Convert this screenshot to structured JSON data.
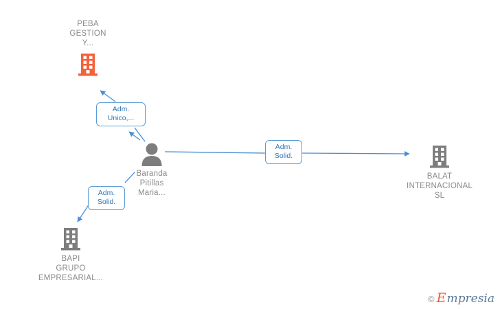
{
  "diagram": {
    "type": "relationship-graph",
    "background": "#ffffff",
    "nodes": [
      {
        "id": "peba",
        "icon": "company-building-icon",
        "icon_color": "#f4623a",
        "label": "PEBA\nGESTION\nY...",
        "label_color": "#8a8a8a",
        "kind": "company"
      },
      {
        "id": "person",
        "icon": "person-icon",
        "icon_color": "#7d7d7d",
        "label": "Baranda\nPitillas\nMaria...",
        "label_color": "#8a8a8a",
        "kind": "person"
      },
      {
        "id": "balat",
        "icon": "company-building-icon",
        "icon_color": "#7d7d7d",
        "label": "BALAT\nINTERNACIONAL\nSL",
        "label_color": "#8a8a8a",
        "kind": "company"
      },
      {
        "id": "bapi",
        "icon": "company-building-icon",
        "icon_color": "#7d7d7d",
        "label": "BAPI\nGRUPO\nEMPRESARIAL...",
        "label_color": "#8a8a8a",
        "kind": "company"
      }
    ],
    "edges": [
      {
        "id": "person-to-peba",
        "from": "person",
        "to": "peba",
        "label": "Adm.\nUnico,...",
        "color": "#5b9bd5"
      },
      {
        "id": "person-to-balat",
        "from": "person",
        "to": "balat",
        "label": "Adm.\nSolid.",
        "color": "#5b9bd5"
      },
      {
        "id": "person-to-bapi",
        "from": "person",
        "to": "bapi",
        "label": "Adm.\nSolid.",
        "color": "#5b9bd5"
      }
    ],
    "edge_color": "#4a8fd4",
    "accent_orange": "#f4623a"
  },
  "watermark": {
    "copyright": "©",
    "brand_initial": "E",
    "brand_rest": "mpresia"
  }
}
